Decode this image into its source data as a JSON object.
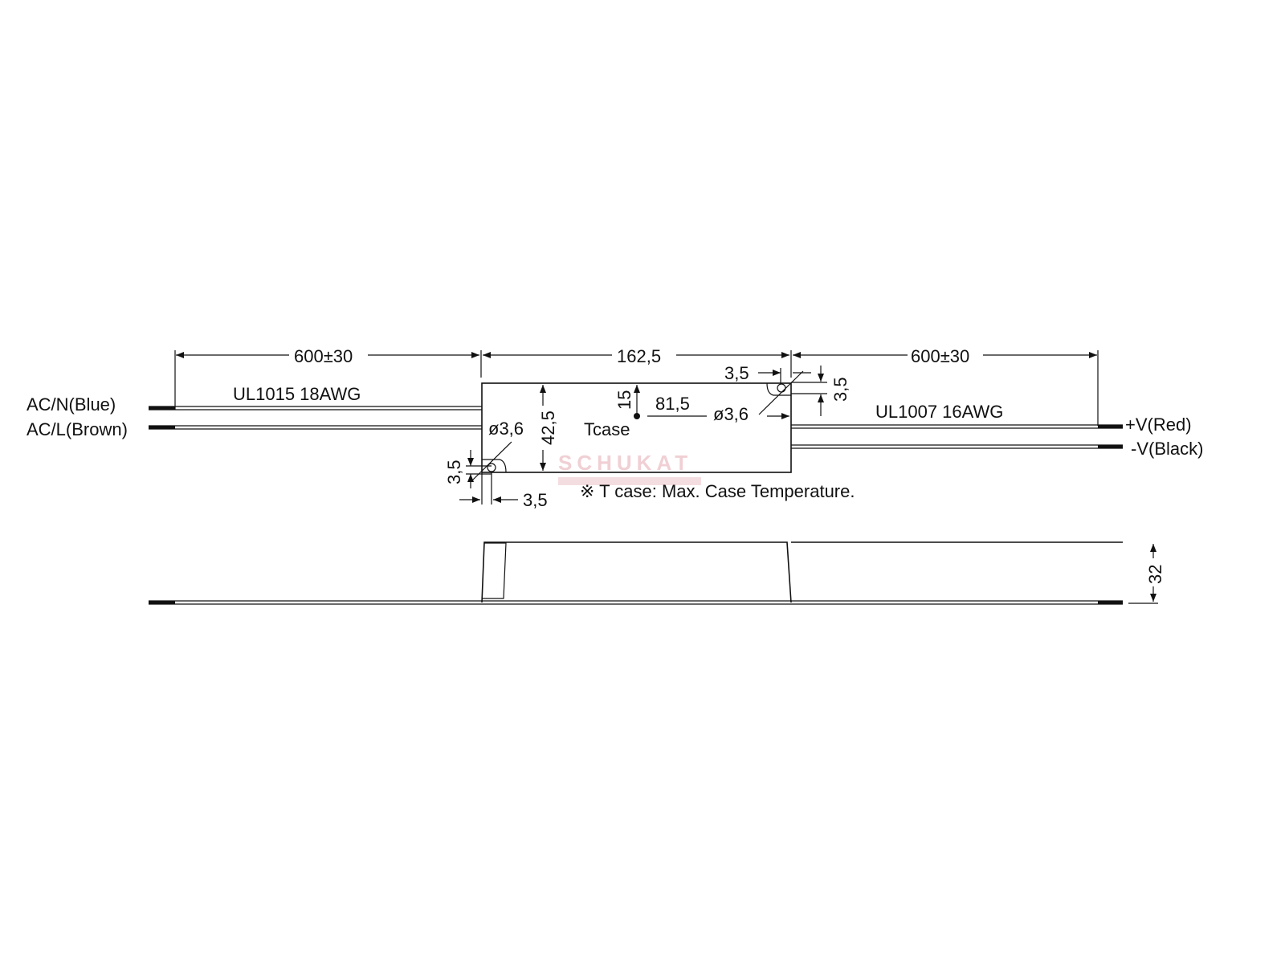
{
  "top_view": {
    "dim_left_length": "600±30",
    "dim_body_length": "162,5",
    "dim_right_length": "600±30",
    "wire_left_label": "UL1015 18AWG",
    "wire_right_label": "UL1007 16AWG",
    "terminals": {
      "ac_n": "AC/N(Blue)",
      "ac_l": "AC/L(Brown)",
      "v_plus": "+V(Red)",
      "v_minus": "-V(Black)"
    },
    "dim_body_width": "42,5",
    "hole_left_diameter": "ø3,6",
    "hole_right_diameter": "ø3,6",
    "hole_left_offset_y": "3,5",
    "hole_left_offset_x": "3,5",
    "hole_right_offset_x": "3,5",
    "hole_right_offset_y": "3,5",
    "tcase_label": "Tcase",
    "tcase_offset_y": "15",
    "tcase_offset_x": "81,5",
    "note": "※ T case: Max. Case Temperature.",
    "watermark": "SCHUKAT"
  },
  "side_view": {
    "dim_height": "32"
  }
}
